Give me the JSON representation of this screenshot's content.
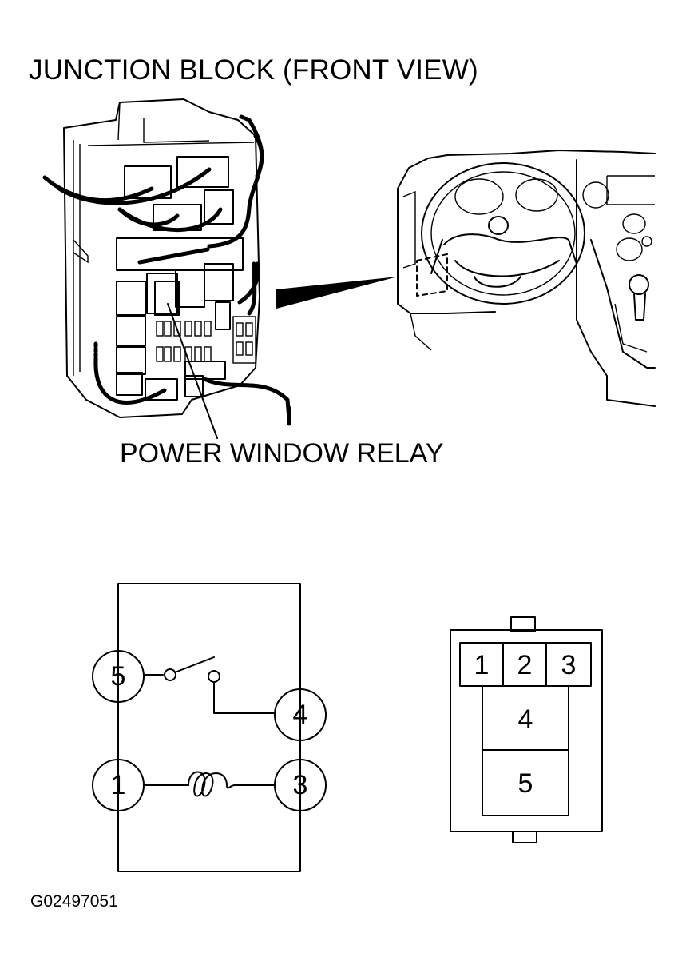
{
  "title": "JUNCTION BLOCK (FRONT VIEW)",
  "callout_label": "POWER WINDOW RELAY",
  "figure_id": "G02497051",
  "schematic": {
    "terminals": [
      "5",
      "4",
      "1",
      "3"
    ]
  },
  "connector": {
    "top_row": [
      "1",
      "2",
      "3"
    ],
    "middle": "4",
    "bottom": "5"
  }
}
